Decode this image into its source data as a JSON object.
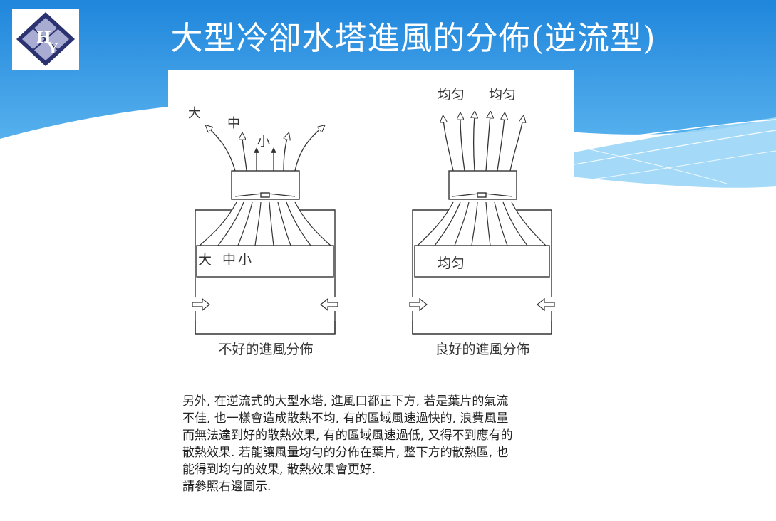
{
  "slide": {
    "title": "大型冷卻水塔進風的分佈(逆流型)",
    "logo_text": "HY"
  },
  "diagram": {
    "left": {
      "top_labels": [
        "大",
        "中",
        "小"
      ],
      "fill_labels": [
        "大",
        "中",
        "小"
      ],
      "caption": "不好的進風分佈"
    },
    "right": {
      "top_labels": [
        "均匀",
        "均匀"
      ],
      "fill_label": "均匀",
      "caption": "良好的進風分佈"
    }
  },
  "description": {
    "lines": [
      "另外, 在逆流式的大型水塔, 進風口都正下方, 若是葉片的氣流",
      "不佳, 也一樣會造成散熱不均, 有的區域風速過快的, 浪費風量",
      "而無法達到好的散熱效果, 有的區域風速過低, 又得不到應有的",
      "散熱效果. 若能讓風量均勻的分佈在葉片, 整下方的散熱區, 也",
      "能得到均勻的效果, 散熱效果會更好.",
      "請參照右邊圖示."
    ]
  },
  "colors": {
    "sky_top": "#1f86dc",
    "sky_bottom": "#6cc2f5",
    "title_text": "#ffffff",
    "logo_navy": "#2b3270"
  }
}
